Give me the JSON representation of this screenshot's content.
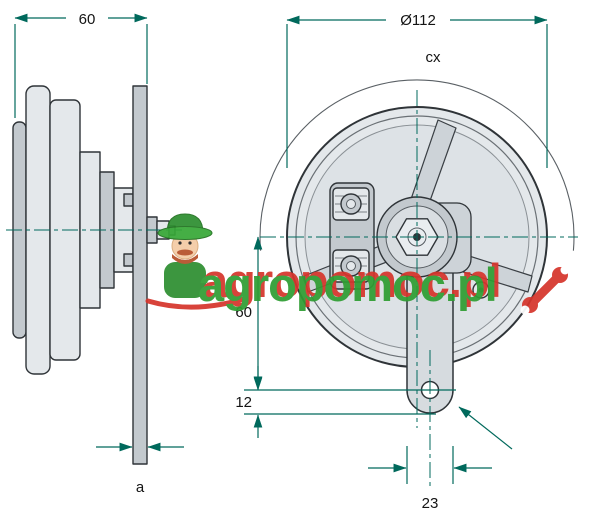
{
  "drawing": {
    "description": "Technical dimension drawing of a disc horn: side view (left) and front view (right)",
    "side_view": {
      "width_dim": "60",
      "plate_thickness_dim": "a"
    },
    "front_view": {
      "diameter_dim": "Ø112",
      "circumference_label": "cx",
      "arm_length_dim": "60",
      "hole_edge_dim": "12",
      "arm_width_dim": "23"
    }
  },
  "watermark": {
    "text": "agropomoc.pl"
  },
  "colors": {
    "dimension_lines": "#00695c",
    "drawing_outline": "#2f3438",
    "part_fill_light": "#e4e8eb",
    "part_fill_mid": "#c3c9ce",
    "watermark_green": "#2f9e33",
    "watermark_red": "#d6352c",
    "background": "#ffffff"
  }
}
